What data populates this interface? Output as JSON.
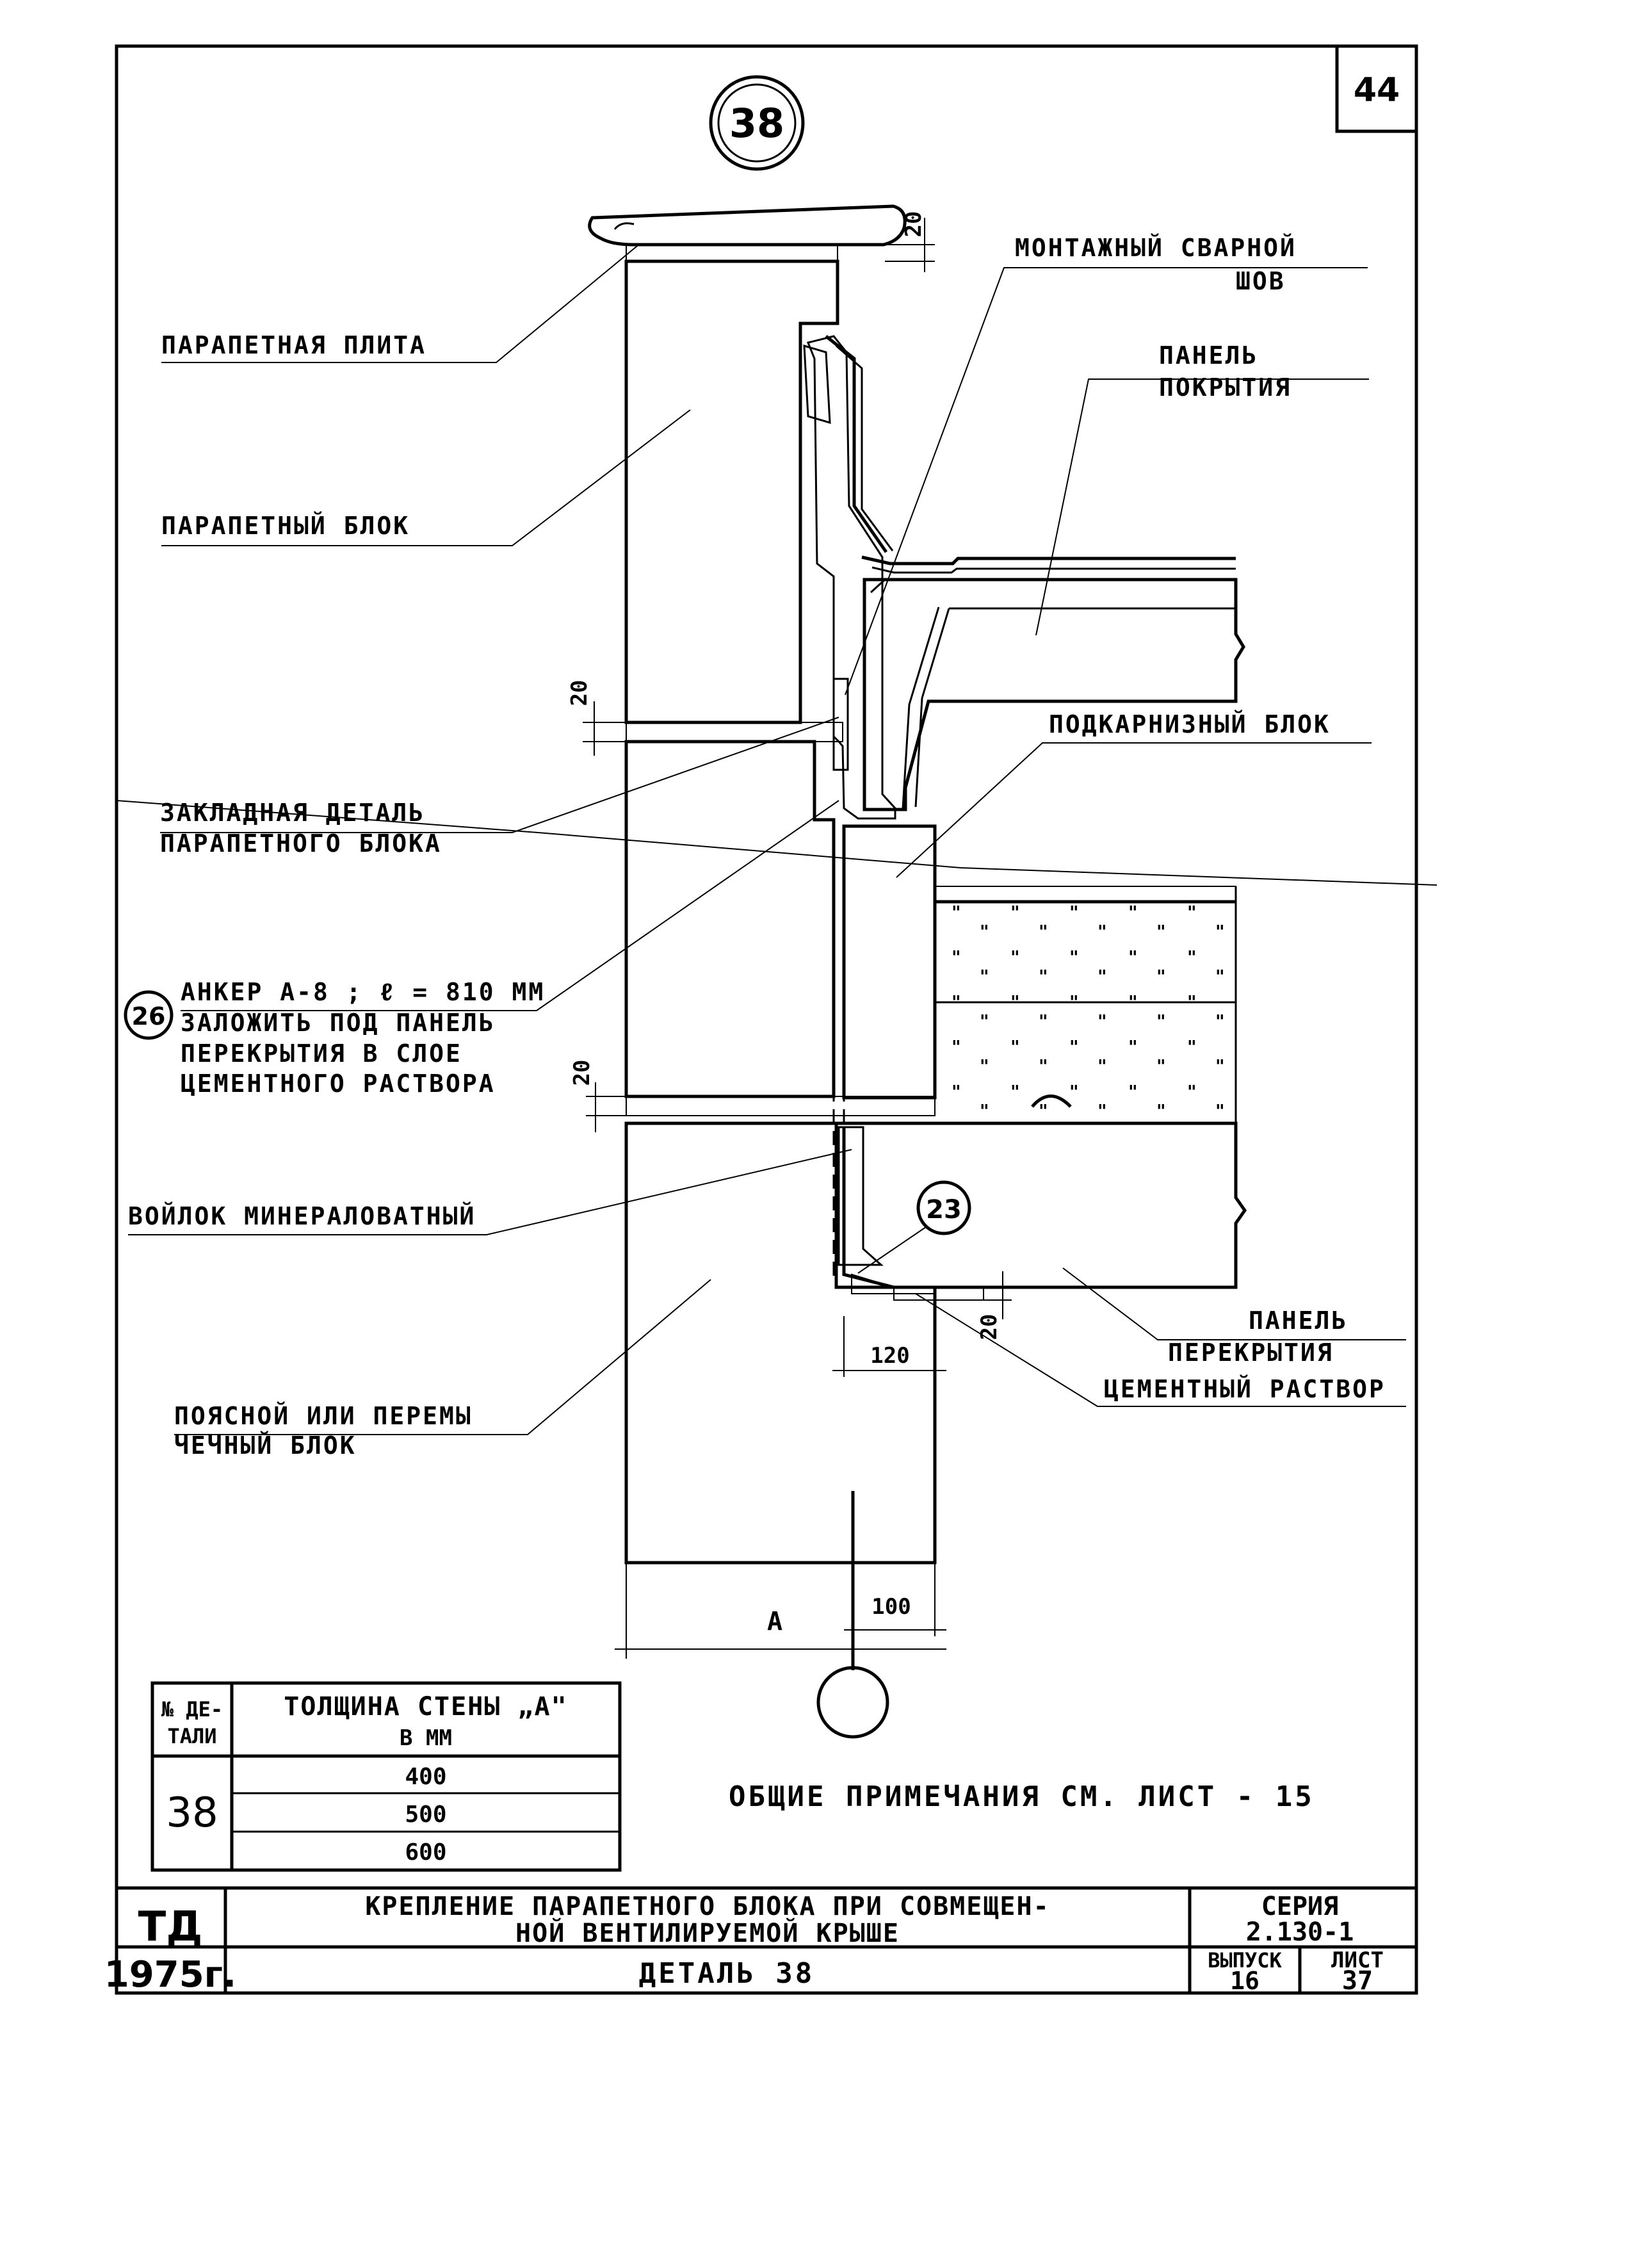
{
  "page_number": "44",
  "detail_marker": "38",
  "labels": {
    "parapet_slab": "ПАРАПЕТНАЯ ПЛИТА",
    "parapet_block": "ПАРАПЕТНЫЙ БЛОК",
    "weld_line1": "МОНТАЖНЫЙ СВАРНОЙ",
    "weld_line2": "ШОВ",
    "roof_panel_line1": "ПАНЕЛЬ",
    "roof_panel_line2": "ПОКРЫТИЯ",
    "subcornice_block": "ПОДКАРНИЗНЫЙ БЛОК",
    "embedded_line1": "ЗАКЛАДНАЯ ДЕТАЛЬ",
    "embedded_line2": "ПАРАПЕТНОГО БЛОКА",
    "anchor_marker": "26",
    "anchor_line1": "АНКЕР А-8 ; ℓ = 810 ММ",
    "anchor_line2": "ЗАЛОЖИТЬ ПОД ПАНЕЛЬ",
    "anchor_line3": "ПЕРЕКРЫТИЯ В СЛОЕ",
    "anchor_line4": "ЦЕМЕНТНОГО РАСТВОРА",
    "felt": "ВОЙЛОК МИНЕРАЛОВАТНЫЙ",
    "callout_23": "23",
    "floor_panel_line1": "ПАНЕЛЬ",
    "floor_panel_line2": "ПЕРЕКРЫТИЯ",
    "mortar": "ЦЕМЕНТНЫЙ РАСТВОР",
    "belt_block_line1": "ПОЯСНОЙ ИЛИ ПЕРЕМЫ",
    "belt_block_line2": "ЧЕЧНЫЙ БЛОК"
  },
  "dimensions": {
    "top_gap": "20",
    "mid_gap": "20",
    "lower_gap": "20",
    "panel_gap": "20",
    "d120": "120",
    "d100": "100",
    "a": "А"
  },
  "table": {
    "h_detail_1": "№ ДЕ-",
    "h_detail_2": "ТАЛИ",
    "h_thickness_1": "ТОЛЩИНА СТЕНЫ „А\"",
    "h_thickness_2": "В ММ",
    "detail": "38",
    "values": [
      "400",
      "500",
      "600"
    ]
  },
  "general_notes": "ОБЩИЕ ПРИМЕЧАНИЯ СМ. ЛИСТ - 15",
  "title_block": {
    "org": "ТД",
    "year": "1975г.",
    "title_line1": "КРЕПЛЕНИЕ ПАРАПЕТНОГО БЛОКА ПРИ СОВМЕЩЕН-",
    "title_line2": "НОЙ ВЕНТИЛИРУЕМОЙ КРЫШЕ",
    "subtitle": "ДЕТАЛЬ 38",
    "series_label": "СЕРИЯ",
    "series_value": "2.130-1",
    "issue_label": "ВЫПУСК",
    "issue_value": "16",
    "sheet_label": "ЛИСТ",
    "sheet_value": "37"
  }
}
